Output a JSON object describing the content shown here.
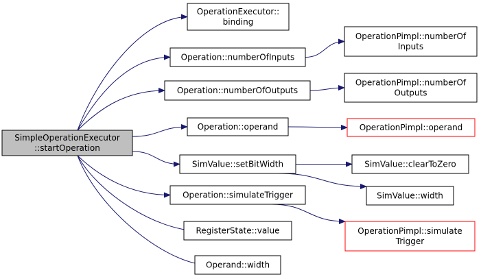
{
  "colors": {
    "edge": "#191970",
    "node_border": "#000000",
    "node_border_undocumented": "#ff0000",
    "root_fill": "#bfbfbf",
    "node_fill": "#ffffff"
  },
  "nodes": [
    {
      "id": "root",
      "lines": [
        "SimpleOperationExecutor",
        "::startOperation"
      ],
      "kind": "root"
    },
    {
      "id": "binding",
      "lines": [
        "OperationExecutor::",
        "binding"
      ],
      "kind": "normal"
    },
    {
      "id": "numInputs",
      "lines": [
        "Operation::numberOfInputs"
      ],
      "kind": "normal"
    },
    {
      "id": "numOutputs",
      "lines": [
        "Operation::numberOfOutputs"
      ],
      "kind": "normal"
    },
    {
      "id": "operand",
      "lines": [
        "Operation::operand"
      ],
      "kind": "normal"
    },
    {
      "id": "setBitWidth",
      "lines": [
        "SimValue::setBitWidth"
      ],
      "kind": "normal"
    },
    {
      "id": "simTrigger",
      "lines": [
        "Operation::simulateTrigger"
      ],
      "kind": "normal"
    },
    {
      "id": "regValue",
      "lines": [
        "RegisterState::value"
      ],
      "kind": "normal"
    },
    {
      "id": "operandWidth",
      "lines": [
        "Operand::width"
      ],
      "kind": "normal"
    },
    {
      "id": "pimplInputs",
      "lines": [
        "OperationPimpl::numberOf",
        "Inputs"
      ],
      "kind": "normal"
    },
    {
      "id": "pimplOutputs",
      "lines": [
        "OperationPimpl::numberOf",
        "Outputs"
      ],
      "kind": "normal"
    },
    {
      "id": "pimplOperand",
      "lines": [
        "OperationPimpl::operand"
      ],
      "kind": "undocumented"
    },
    {
      "id": "clearToZero",
      "lines": [
        "SimValue::clearToZero"
      ],
      "kind": "normal"
    },
    {
      "id": "simWidth",
      "lines": [
        "SimValue::width"
      ],
      "kind": "normal"
    },
    {
      "id": "pimplSimTrigger",
      "lines": [
        "OperationPimpl::simulate",
        "Trigger"
      ],
      "kind": "undocumented"
    }
  ],
  "edges": [
    {
      "from": "root",
      "to": "binding"
    },
    {
      "from": "root",
      "to": "numInputs"
    },
    {
      "from": "root",
      "to": "numOutputs"
    },
    {
      "from": "root",
      "to": "operand"
    },
    {
      "from": "root",
      "to": "setBitWidth"
    },
    {
      "from": "root",
      "to": "simTrigger"
    },
    {
      "from": "root",
      "to": "regValue"
    },
    {
      "from": "root",
      "to": "operandWidth"
    },
    {
      "from": "numInputs",
      "to": "pimplInputs"
    },
    {
      "from": "numOutputs",
      "to": "pimplOutputs"
    },
    {
      "from": "operand",
      "to": "pimplOperand"
    },
    {
      "from": "setBitWidth",
      "to": "clearToZero"
    },
    {
      "from": "setBitWidth",
      "to": "simWidth"
    },
    {
      "from": "simTrigger",
      "to": "pimplSimTrigger"
    }
  ]
}
